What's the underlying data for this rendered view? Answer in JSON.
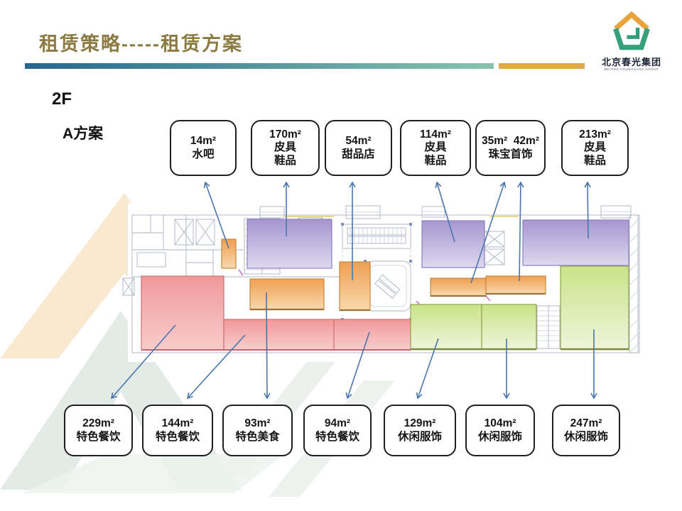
{
  "header": {
    "title": "租赁策略-----租赁方案",
    "logo_name": "北京春光集团",
    "logo_subtitle": "BEIJING CHUNGUANG GROUP"
  },
  "labels": {
    "floor": "2F",
    "plan": "A方案"
  },
  "top_callouts": [
    {
      "line1": "14m²",
      "line2": "水吧",
      "line3": ""
    },
    {
      "line1": "170m²",
      "line2": "皮具",
      "line3": "鞋品"
    },
    {
      "line1": "54m²",
      "line2": "甜品店",
      "line3": ""
    },
    {
      "line1": "114m²",
      "line2": "皮具",
      "line3": "鞋品"
    },
    {
      "line1": "35m²  42m²",
      "line2": "珠宝首饰",
      "line3": ""
    },
    {
      "line1": "213m²",
      "line2": "皮具",
      "line3": "鞋品"
    }
  ],
  "bottom_callouts": [
    {
      "line1": "229m²",
      "line2": "特色餐饮"
    },
    {
      "line1": "144m²",
      "line2": "特色餐饮"
    },
    {
      "line1": "93m²",
      "line2": "特色美食"
    },
    {
      "line1": "94m²",
      "line2": "特色餐饮"
    },
    {
      "line1": "129m²",
      "line2": "休闲服饰"
    },
    {
      "line1": "104m²",
      "line2": "休闲服饰"
    },
    {
      "line1": "247m²",
      "line2": "休闲服饰"
    }
  ],
  "colors": {
    "title_text": "#8b7b42",
    "header_bar_teal_left": "#24688c",
    "header_bar_teal_right": "#8ac2ae",
    "header_bar_gold": "#dfa94d",
    "arrow_blue": "#4a76ad",
    "zone_purple": "#a696cf",
    "zone_orange": "#efa052",
    "zone_red": "#f0999a",
    "zone_green": "#c9e388",
    "callout_border": "#1f1f1f"
  }
}
